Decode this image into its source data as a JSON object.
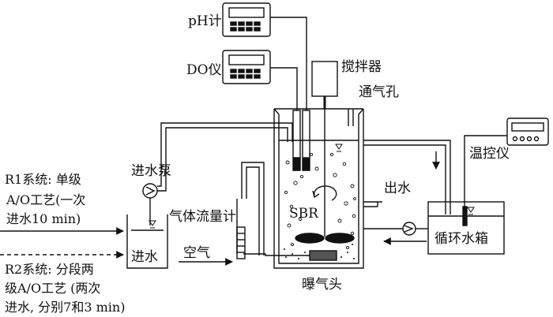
{
  "labels": {
    "ph_meter": "pH计",
    "do_meter": "DO仪",
    "stirrer": "搅拌器",
    "vent_hole": "通气孔",
    "temp_controller": "温控仪",
    "feed_pump": "进水泵",
    "outlet": "出水",
    "sbr": "SBR",
    "gas_flowmeter": "气体流量计",
    "air": "空气",
    "influent": "进水",
    "circulating_tank": "循环水箱",
    "aerator": "曝气头"
  },
  "r1": {
    "line1": "R1系统: 单级",
    "line2": "A/O工艺(一次",
    "line3": "进水10 min)"
  },
  "r2": {
    "line1": "R2系统: 分段两",
    "line2": "级A/O工艺 (两次",
    "line3": "进水, 分别7和3 min)"
  },
  "colors": {
    "stroke": "#111111",
    "background": "#ffffff",
    "aerator_fill": "#555555"
  },
  "icons": [
    "meter-icon",
    "pump-icon",
    "impeller-icon",
    "water-level-icon",
    "rotation-arrow-icon"
  ]
}
